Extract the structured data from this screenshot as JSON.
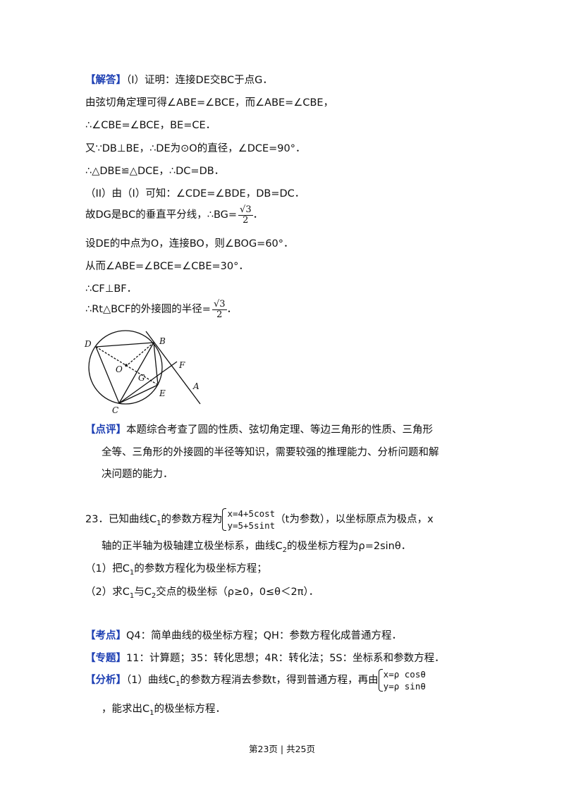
{
  "answer": {
    "tag": "【解答】",
    "l1": "（I）证明：连接DE交BC于点G．",
    "l2": "由弦切角定理可得∠ABE=∠BCE，而∠ABE=∠CBE，",
    "l3": "∴∠CBE=∠BCE，BE=CE．",
    "l4": "又∵DB⊥BE，∴DE为⊙O的直径，∠DCE=90°．",
    "l5": "∴△DBE≌△DCE，∴DC=DB．",
    "l6": "（II）由（I）可知：∠CDE=∠BDE，DB=DC．",
    "l7a": "故DG是BC的垂直平分线，∴BG=",
    "l7_num": "√3",
    "l7_den": "2",
    "l7b": "．",
    "l8": "设DE的中点为O，连接BO，则∠BOG=60°．",
    "l9": "从而∠ABE=∠BCE=∠CBE=30°．",
    "l10": "∴CF⊥BF．",
    "l11a": "∴Rt△BCF的外接圆的半径=",
    "l11_num": "√3",
    "l11_den": "2",
    "l11b": "．"
  },
  "figure": {
    "labels": {
      "D": "D",
      "B": "B",
      "O": "O",
      "G": "G",
      "F": "F",
      "E": "E",
      "A": "A",
      "C": "C"
    }
  },
  "comment": {
    "tag": "【点评】",
    "l1": "本题综合考查了圆的性质、弦切角定理、等边三角形的性质、三角形",
    "l2": "全等、三角形的外接圆的半径等知识，需要较强的推理能力、分析问题和解",
    "l3": "决问题的能力．"
  },
  "q23": {
    "num": "23．",
    "a1": "已知曲线C",
    "a1_sub": "1",
    "a2": "的参数方程为",
    "sys1": "x=4+5cost",
    "sys2": "y=5+5sint",
    "a3": "（t为参数），以坐标原点为极点，x",
    "b1": "轴的正半轴为极轴建立极坐标系，曲线C",
    "b1_sub": "2",
    "b2": "的极坐标方程为ρ=2sinθ．",
    "p1a": "（1）把C",
    "p1_sub": "1",
    "p1b": "的参数方程化为极坐标方程；",
    "p2a": "（2）求C",
    "p2_sub1": "1",
    "p2b": "与C",
    "p2_sub2": "2",
    "p2c": "交点的极坐标（ρ≥0，0≤θ＜2π）．"
  },
  "kaodian": {
    "tag": "【考点】",
    "text": "Q4：简单曲线的极坐标方程；QH：参数方程化成普通方程．"
  },
  "zhuanti": {
    "tag": "【专题】",
    "text": "11：计算题；35：转化思想；4R：转化法；5S：坐标系和参数方程．"
  },
  "fenxi": {
    "tag": "【分析】",
    "a1": "（1）曲线C",
    "a1_sub": "1",
    "a2": "的参数方程消去参数t，得到普通方程，再由",
    "sys1": "x=ρ cosθ",
    "sys2": "y=ρ sinθ",
    "b1": "，能求出C",
    "b1_sub": "1",
    "b2": "的极坐标方程．"
  },
  "footer": "第23页 | 共25页"
}
